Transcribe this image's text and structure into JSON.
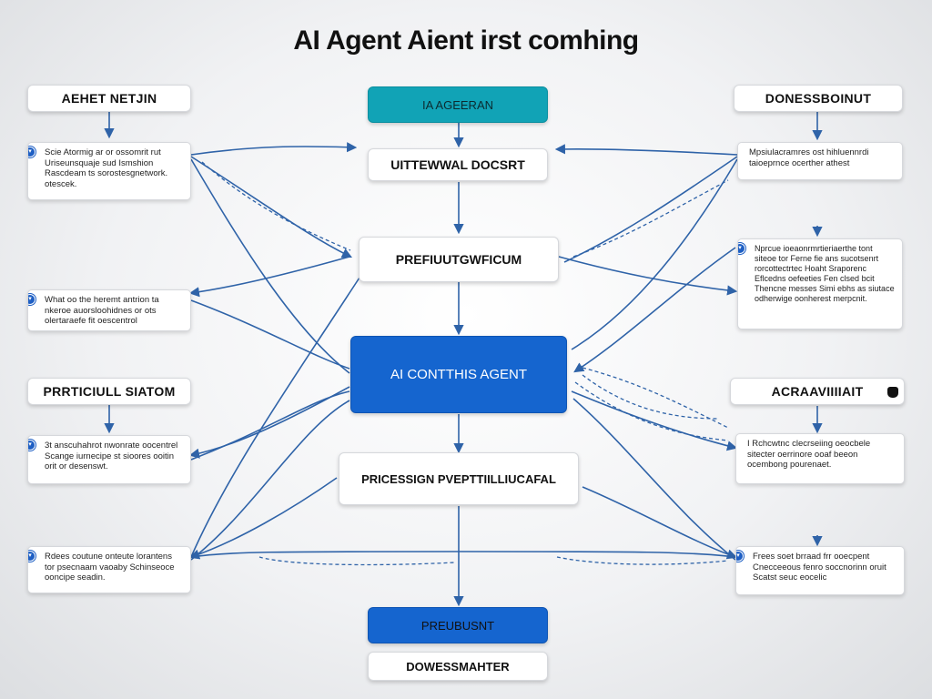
{
  "title": "AI Agent Aient irst comhing",
  "left_column": {
    "header_top": "AEHET NETJIN",
    "note_1": "Scie Atormig ar or ossomrit rut Uriseunsquaje sud Ismshion Rascdeam ts sorostesgnetwork. otescek.",
    "note_2": "What oo the heremt antrion ta nkeroe auorsloohidnes or ots olertaraefe fit oescentrol",
    "header_mid": "PRRTICIULL SIATOM",
    "note_3": "3t anscuhahrot nwonrate oocentrel Scange iurnecipe st sioores ooitin orit or desenswt.",
    "note_4": "Rdees coutune onteute lorantens tor psecnaam vaoaby Schinseoce ooncipe seadin."
  },
  "center_column": {
    "top": "IA AGEERAN",
    "box_1": "UITTEWWAL DOCSRT",
    "box_2": "PREFIUUTGWFICUM",
    "main": "AI CONTTHIS AGENT",
    "box_3": "PRICESSIGN PVEPTTIILLIUCAFAL",
    "box_4": "PREUBUSNT",
    "bottom": "DOWESSMAHTER"
  },
  "right_column": {
    "header_top": "DONESSBOINUT",
    "note_1": "Mpsiulacramres ost hihluennrdi taioeprnce ocerther athest",
    "note_2": "Nprcue ioeaonrmrtieriaerthe tont siteoe tor Ferne fie ans sucotsenrt rorcottectrtec Hoaht Sraporenc Eflcedns oefeeties Fen clsed bcit Thencne messes Simi ebhs as siutace odherwige oonherest merpcnit.",
    "header_mid": "ACRAAVIIIIAIT",
    "note_3": "I Rchcwtnc clecrseiing oeocbele sitecter oerrinore ooaf beeon ocembong pourenaet.",
    "note_4": "Frees soet brraad frr ooecpent Cnecceeous fenro soccnorinn oruit Scatst seuc eocelic"
  },
  "colors": {
    "accent_blue": "#1565cf",
    "teal": "#11a3b6",
    "wire": "#2f63a8"
  }
}
